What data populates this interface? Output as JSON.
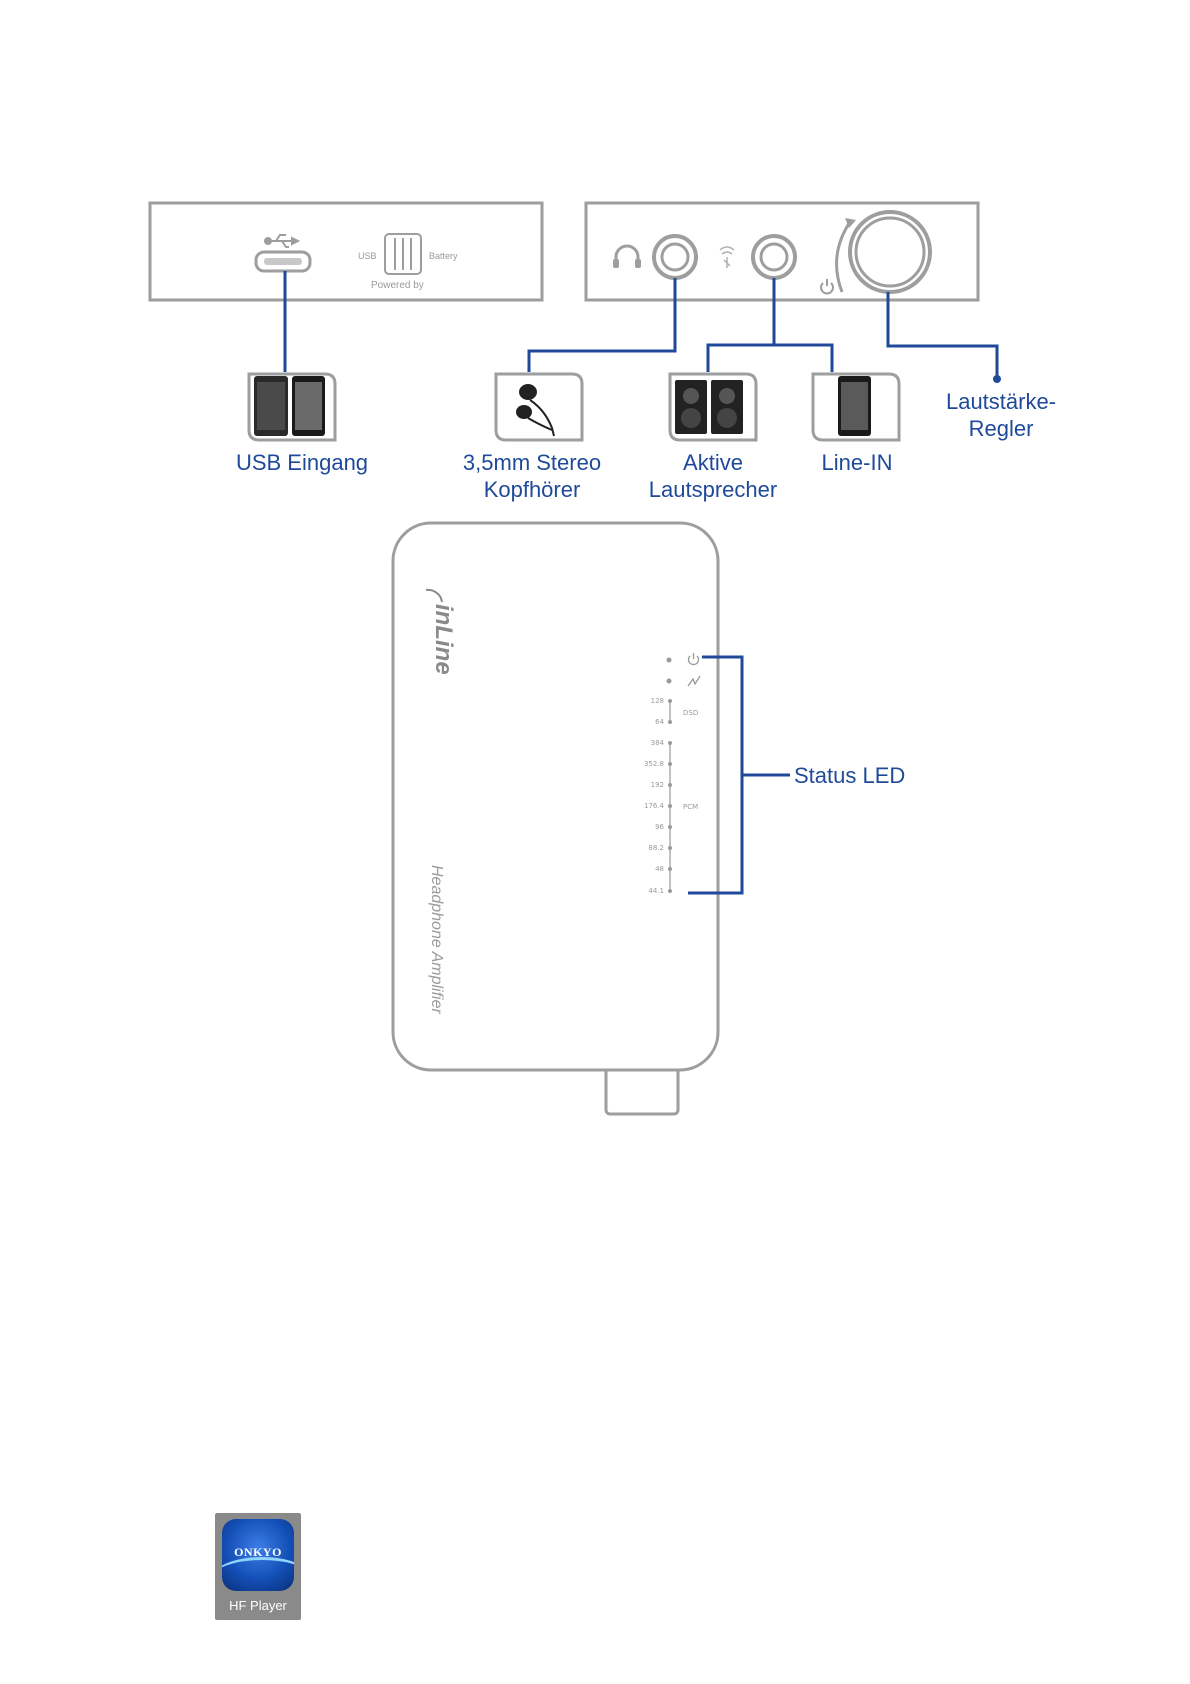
{
  "labels": {
    "usb_input": "USB Eingang",
    "headphones_line1": "3,5mm Stereo",
    "headphones_line2": "Kopfhörer",
    "speakers_line1": "Aktive",
    "speakers_line2": "Lautsprecher",
    "line_in": "Line-IN",
    "volume_line1": "Lautstärke-",
    "volume_line2": "Regler",
    "status_led": "Status LED"
  },
  "left_panel": {
    "switch_usb": "USB",
    "switch_battery": "Battery",
    "switch_caption": "Powered by"
  },
  "device": {
    "brand": "inLine",
    "product": "Headphone Amplifier",
    "dsd": "DSD",
    "pcm": "PCM",
    "dsd_rates": [
      "128",
      "64"
    ],
    "pcm_rates": [
      "384",
      "352.8",
      "192",
      "176.4",
      "96",
      "88.2",
      "48",
      "44.1"
    ]
  },
  "app": {
    "brand": "ONKYO",
    "name": "HF Player"
  },
  "colors": {
    "accent": "#1f4a9a",
    "outline": "#9e9e9e"
  }
}
